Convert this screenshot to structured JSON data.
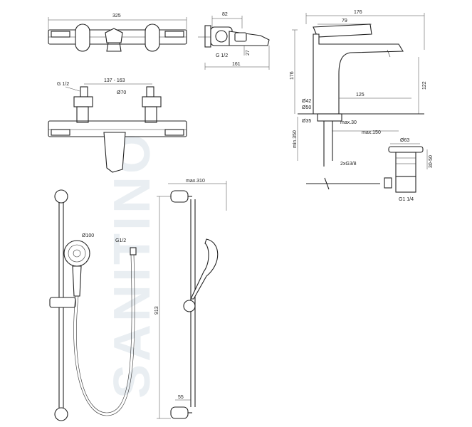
{
  "watermark": "SANITINO",
  "bath_mixer": {
    "front_width": "325",
    "side_depth": "82",
    "side_overall": "161",
    "side_thread": "G 1/2",
    "side_height": "27",
    "inlet_thread": "G 1/2",
    "inlet_spacing": "137 - 163",
    "inlet_diameter": "Ø70"
  },
  "basin_mixer": {
    "overall_depth": "176",
    "lever_depth": "79",
    "overall_height": "176",
    "spout_height": "122",
    "spout_reach": "125",
    "base_diameter_top": "Ø42",
    "base_diameter_bottom": "Ø50",
    "hole_diameter": "Ø35",
    "deck_max": "max.30",
    "tail_min": "min.350",
    "pull_max": "max.150",
    "hoses": "2xG3/8"
  },
  "waste": {
    "diameter": "Ø63",
    "height": "30-50",
    "thread": "G1 1/4"
  },
  "shower_set": {
    "head_diameter": "Ø100",
    "hose_thread": "G1/2",
    "rail_projection": "max.310",
    "rail_length": "913",
    "rail_bottom": "55"
  }
}
